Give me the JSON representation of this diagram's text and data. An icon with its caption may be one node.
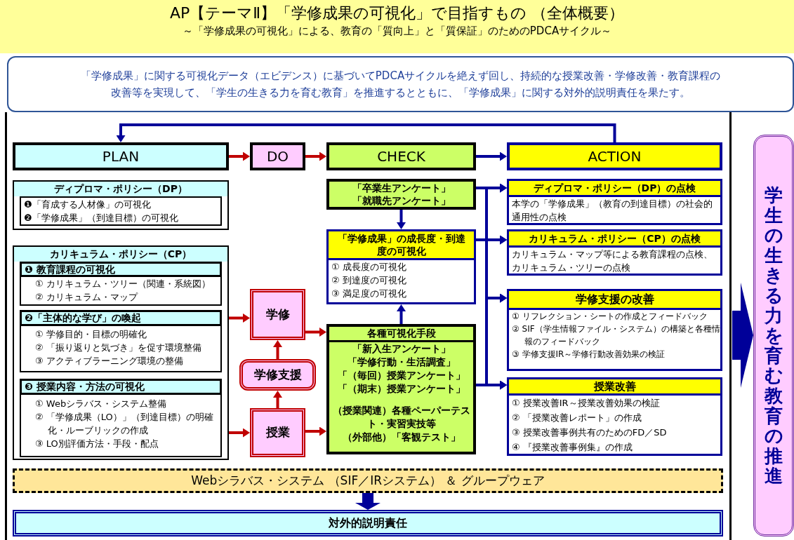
{
  "diagram": {
    "title": "AP【テーマⅡ】「学修成果の可視化」で目指すもの （全体概要）",
    "labels": [
      "～「学修成果の可視化」による、教育の「質向上」と「質保証」のためのPDCAサイクル～"
    ],
    "nodes": [
      {
        "text": [
          "「学修成果」に関する可視化データ（エビデンス）に基づいてPDCAサイクルを絶えず回し、持続的な授業改善・学修改善・教育課程の改善等を実現して、「学生の生きる力を育む教育」を推進するとともに、「学修成果」に関する対外的説明責任を果たす。"
        ]
      },
      {
        "text": [
          "PLAN"
        ]
      },
      {
        "text": [
          "DO"
        ]
      },
      {
        "text": [
          "CHECK"
        ]
      },
      {
        "text": [
          "ACTION"
        ]
      },
      {
        "text": [
          "ディプロマ・ポリシー（DP）"
        ]
      },
      {
        "text": [
          "❶「育成する人材像」の可視化",
          "❷「学修成果」（到達目標）の可視化"
        ],
        "in": 5
      },
      {
        "text": [
          "カリキュラム・ポリシー（CP）"
        ]
      },
      {
        "text": [
          "❶ 教育課程の可視化"
        ],
        "in": 7
      },
      {
        "text": [
          "① カリキュラム・ツリー（関連・系統図）",
          "② カリキュラム・マップ"
        ],
        "in": 7
      },
      {
        "text": [
          "❷「主体的な学び」の喚起"
        ],
        "in": 7
      },
      {
        "text": [
          "① 学修目的・目標の明確化",
          "② 「振り返りと気づき」を促す環境整備",
          "③ アクティブラーニング環境の整備"
        ],
        "in": 7
      },
      {
        "text": [
          "❸ 授業内容・方法の可視化"
        ],
        "in": 7
      },
      {
        "text": [
          "① Webシラバス・システム整備",
          "② 「学修成果（LO）」（到達目標）の明確化・ルーブリックの作成",
          "③ LO別評価方法・手段・配点"
        ],
        "in": 7
      },
      {
        "text": [
          "学修"
        ]
      },
      {
        "text": [
          "学修支援"
        ]
      },
      {
        "text": [
          "授業"
        ]
      },
      {
        "text": [
          "「卒業生アンケート」",
          "「就職先アンケート」"
        ]
      },
      {
        "text": [
          "「学修成果」の成長度・到達度の可視化",
          "① 成長度の可視化",
          "② 到達度の可視化",
          "③ 満足度の可視化"
        ]
      },
      {
        "text": [
          "各種可視化手段",
          "「新入生アンケート」",
          "「学修行動・生活調査」",
          "「（毎回）授業アンケート」",
          "「（期末）授業アンケート」",
          "（授業関連）各種ペーパーテスト・実習実技等",
          "（外部他）「客観テスト」"
        ]
      },
      {
        "text": [
          "ディプロマ・ポリシー（DP）の点検",
          "本学の「学修成果」（教育の到達目標）の社会的通用性の点検"
        ]
      },
      {
        "text": [
          "カリキュラム・ポリシー（CP）の点検",
          "カリキュラム・マップ等による教育課程の点検、カリキュラム・ツリーの点検"
        ]
      },
      {
        "text": [
          "学修支援の改善",
          "① リフレクション・シートの作成とフィードバック",
          "② SIF（学生情報ファイル・システム）の構築と各種情報のフィードバック",
          "③ 学修支援IR～学修行動改善効果の検証"
        ]
      },
      {
        "text": [
          "授業改善",
          "① 授業改善IR～授業改善効果の検証",
          "② 「授業改善レポート」の作成",
          "③ 授業改善事例共有のためのFD／SD",
          "④ 『授業改善事例集』の作成"
        ]
      },
      {
        "text": [
          "Webシラバス・システム （SIF／IRシステム） ＆ グループウェア"
        ]
      },
      {
        "text": [
          "対外的説明責任"
        ]
      },
      {
        "text": [
          "学生の生きる力を育む教育の推進"
        ]
      }
    ],
    "edges": [
      {
        "from": 4,
        "to": 1,
        "arrow": "to"
      },
      {
        "from": 1,
        "to": 2,
        "arrow": "to",
        "color": "#c00000"
      },
      {
        "from": 2,
        "to": 3,
        "arrow": "to",
        "color": "#c00000"
      },
      {
        "from": 3,
        "to": 4,
        "arrow": "to"
      },
      {
        "from": 10,
        "to": 14,
        "arrow": "to",
        "color": "#c00000"
      },
      {
        "from": 13,
        "to": 16,
        "arrow": "to",
        "color": "#c00000"
      },
      {
        "from": 14,
        "to": 19,
        "arrow": "to",
        "color": "#c00000"
      },
      {
        "from": 16,
        "to": 19,
        "arrow": "to",
        "color": "#c00000"
      },
      {
        "from": 16,
        "to": 15,
        "arrow": "to",
        "color": "#c00000"
      },
      {
        "from": 15,
        "to": 14,
        "arrow": "to",
        "color": "#c00000"
      },
      {
        "from": 17,
        "to": 18,
        "arrow": "to"
      },
      {
        "from": 19,
        "to": 18,
        "arrow": "to"
      },
      {
        "from": 17,
        "to": 20,
        "arrow": "to"
      },
      {
        "from": 17,
        "to": 21,
        "arrow": "to"
      },
      {
        "from": 17,
        "to": 22,
        "arrow": "to"
      },
      {
        "from": 17,
        "to": 23,
        "arrow": "to"
      },
      {
        "from": 18,
        "to": 20,
        "arrow": "to"
      },
      {
        "from": 18,
        "to": 21,
        "arrow": "to"
      },
      {
        "from": 18,
        "to": 22,
        "arrow": "to"
      },
      {
        "from": 18,
        "to": 23,
        "arrow": "to"
      },
      {
        "from": 19,
        "to": 20,
        "arrow": "to"
      },
      {
        "from": 19,
        "to": 21,
        "arrow": "to"
      },
      {
        "from": 19,
        "to": 22,
        "arrow": "to"
      },
      {
        "from": 19,
        "to": 23,
        "arrow": "to"
      },
      {
        "from": 24,
        "to": 25,
        "arrow": "to",
        "style": "thick"
      },
      {
        "from": null,
        "to": 26,
        "arrow": "to",
        "style": "thick"
      }
    ]
  }
}
